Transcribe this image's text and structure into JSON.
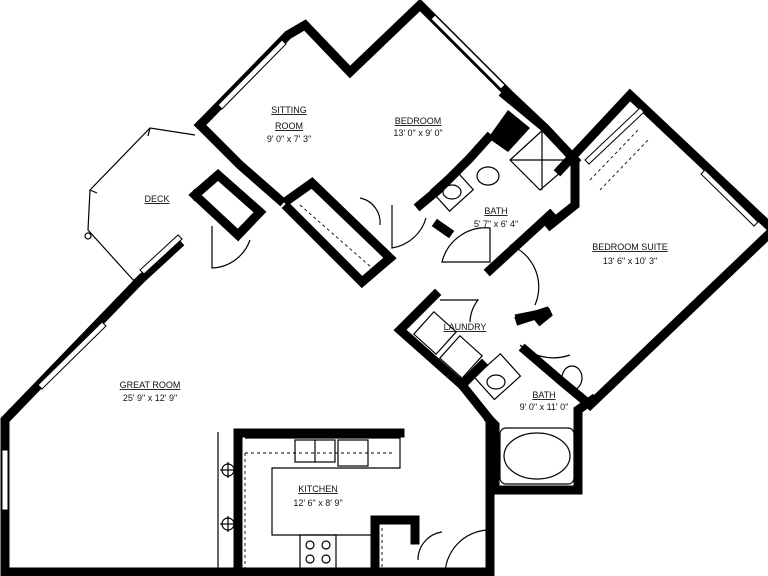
{
  "rooms": {
    "sitting": {
      "name": "SITTING ROOM",
      "dim": "9' 0\" x 7' 3\""
    },
    "bedroom": {
      "name": "BEDROOM",
      "dim": "13' 0\" x 9' 0\""
    },
    "deck": {
      "name": "DECK"
    },
    "bath1": {
      "name": "BATH",
      "dim": "5' 7\" x 6' 4\""
    },
    "suite": {
      "name": "BEDROOM SUITE",
      "dim": "13' 6\" x 10' 3\""
    },
    "laundry": {
      "name": "LAUNDRY"
    },
    "bath2": {
      "name": "BATH",
      "dim": "9' 0\" x 11' 0\""
    },
    "great": {
      "name": "GREAT ROOM",
      "dim": "25' 9\" x 12' 9\""
    },
    "kitchen": {
      "name": "KITCHEN",
      "dim": "12' 6\" x 8' 9\""
    }
  }
}
